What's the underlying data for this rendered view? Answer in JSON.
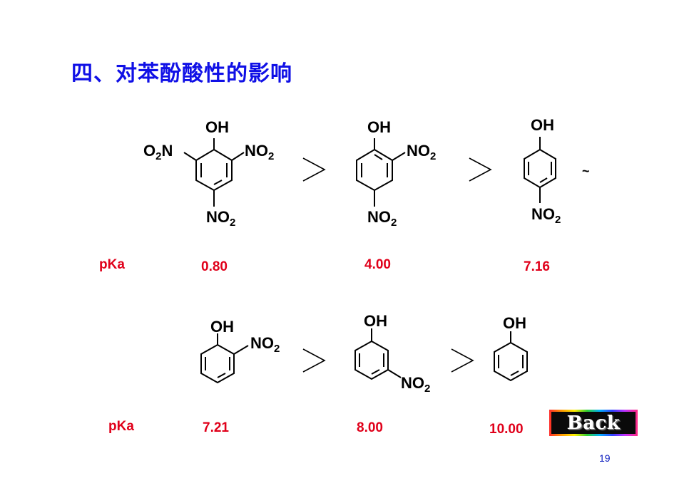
{
  "slide": {
    "title": "四、对苯酚酸性的影响",
    "page_number": "19"
  },
  "labels": {
    "oh": "OH",
    "no2": "NO",
    "o2n_o": "O",
    "o2n_n": "N",
    "sub2": "2",
    "greater": ">",
    "tilde": "~"
  },
  "row1": {
    "pka_label": "pKa",
    "values": [
      "0.80",
      "4.00",
      "7.16"
    ]
  },
  "row2": {
    "pka_label": "pKa",
    "values": [
      "7.21",
      "8.00",
      "10.00"
    ]
  },
  "back_button": {
    "label": "Back"
  },
  "colors": {
    "title": "#1010e6",
    "pka": "#e0001a",
    "page_number": "#1020c0"
  }
}
